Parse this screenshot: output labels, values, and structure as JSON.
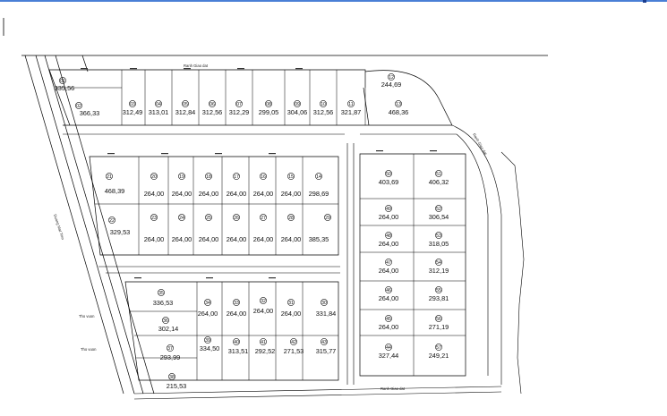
{
  "labels": {
    "road_top": "Ranh Giao dat",
    "road_right": "Ranh Giao dat",
    "road_left": "Duong Mat Tien",
    "road_bottom": "Ranh Giao dat",
    "tho_vuon_1": "Tho vuon",
    "tho_vuon_2": "Tho vuon"
  },
  "lots": {
    "l01": {
      "n": "01",
      "a": "335,56"
    },
    "l02": {
      "n": "02",
      "a": "366,33"
    },
    "l03": {
      "n": "03",
      "a": "312,49"
    },
    "l04": {
      "n": "04",
      "a": "313,01"
    },
    "l05": {
      "n": "05",
      "a": "312,84"
    },
    "l06": {
      "n": "06",
      "a": "312,56"
    },
    "l07": {
      "n": "07",
      "a": "312,29"
    },
    "l08": {
      "n": "08",
      "a": "299,05"
    },
    "l09": {
      "n": "09",
      "a": "304,06"
    },
    "l10": {
      "n": "10",
      "a": "312,56"
    },
    "l11": {
      "n": "11",
      "a": "321,87"
    },
    "l12": {
      "n": "12",
      "a": "244,69"
    },
    "l13": {
      "n": "13",
      "a": "468,36"
    },
    "l14": {
      "n": "14",
      "a": "298,69"
    },
    "l15": {
      "n": "15",
      "a": "264,00"
    },
    "l16": {
      "n": "16",
      "a": "264,00"
    },
    "l17": {
      "n": "17",
      "a": "264,00"
    },
    "l18": {
      "n": "18",
      "a": "264,00"
    },
    "l19": {
      "n": "19",
      "a": "264,00"
    },
    "l20": {
      "n": "20",
      "a": "264,00"
    },
    "l21": {
      "n": "21",
      "a": "468,39"
    },
    "l22": {
      "n": "22",
      "a": "329,53"
    },
    "l23": {
      "n": "23",
      "a": "264,00"
    },
    "l24": {
      "n": "24",
      "a": "264,00"
    },
    "l25": {
      "n": "25",
      "a": "264,00"
    },
    "l26": {
      "n": "26",
      "a": "264,00"
    },
    "l27": {
      "n": "27",
      "a": "264,00"
    },
    "l28": {
      "n": "28",
      "a": "264,00"
    },
    "l29": {
      "n": "29",
      "a": "385,35"
    },
    "l30": {
      "n": "30",
      "a": "331,84"
    },
    "l31": {
      "n": "31",
      "a": "264,00"
    },
    "l32": {
      "n": "32",
      "a": "264,00"
    },
    "l33": {
      "n": "33",
      "a": "264,00"
    },
    "l34": {
      "n": "34",
      "a": "264,00"
    },
    "l35": {
      "n": "35",
      "a": "336,53"
    },
    "l36": {
      "n": "36",
      "a": "302,14"
    },
    "l37": {
      "n": "37",
      "a": "293,99"
    },
    "l38": {
      "n": "38",
      "a": "215,53"
    },
    "l39": {
      "n": "39",
      "a": "334,50"
    },
    "l40": {
      "n": "40",
      "a": "313,51"
    },
    "l41": {
      "n": "41",
      "a": "292,52"
    },
    "l42": {
      "n": "42",
      "a": "271,53"
    },
    "l43": {
      "n": "43",
      "a": "315,77"
    },
    "l44": {
      "n": "44",
      "a": "327,44"
    },
    "l45": {
      "n": "45",
      "a": "264,00"
    },
    "l46": {
      "n": "46",
      "a": "264,00"
    },
    "l47": {
      "n": "47",
      "a": "264,00"
    },
    "l48": {
      "n": "48",
      "a": "264,00"
    },
    "l49": {
      "n": "49",
      "a": "264,00"
    },
    "l50": {
      "n": "50",
      "a": "403,69"
    },
    "l51": {
      "n": "51",
      "a": "406,32"
    },
    "l52": {
      "n": "52",
      "a": "306,54"
    },
    "l53": {
      "n": "53",
      "a": "318,05"
    },
    "l54": {
      "n": "54",
      "a": "312,19"
    },
    "l55": {
      "n": "55",
      "a": "293,81"
    },
    "l56": {
      "n": "56",
      "a": "271,19"
    },
    "l57": {
      "n": "57",
      "a": "249,21"
    }
  }
}
